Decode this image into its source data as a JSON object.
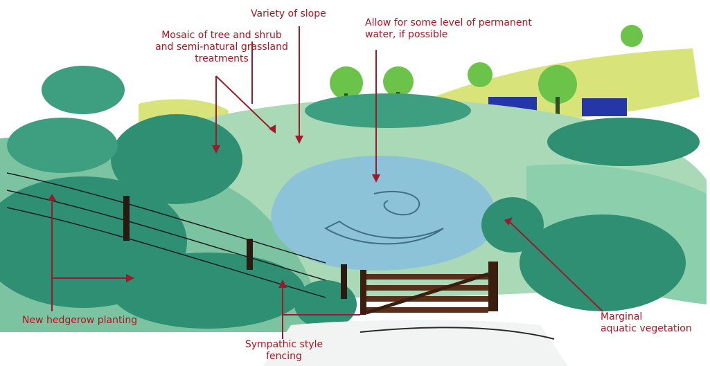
{
  "labels": {
    "variety_of_slope": "Variety of slope",
    "permanent_water_line1": "Allow for some level of permanent",
    "permanent_water_line2": "water, if possible",
    "mosaic_line1": "Mosaic of tree and shrub",
    "mosaic_line2": "and semi-natural grassland",
    "mosaic_line3": "treatments",
    "hedgerow": "New hedgerow planting",
    "fencing_line1": "Sympathic style",
    "fencing_line2": "fencing",
    "marginal_line1": "Marginal",
    "marginal_line2": "aquatic vegetation"
  },
  "colors": {
    "label": "#b3121f",
    "leader": "#9c1a2a",
    "water": "#8cc3d8",
    "dark_foliage": "#2f8f73",
    "mid_foliage": "#5cb38f",
    "light_grass": "#a9d9b7",
    "yellow_field": "#d8e37a",
    "bright_tree": "#6cc34a",
    "blue_building": "#2536a8",
    "gate": "#5a2e1a"
  }
}
